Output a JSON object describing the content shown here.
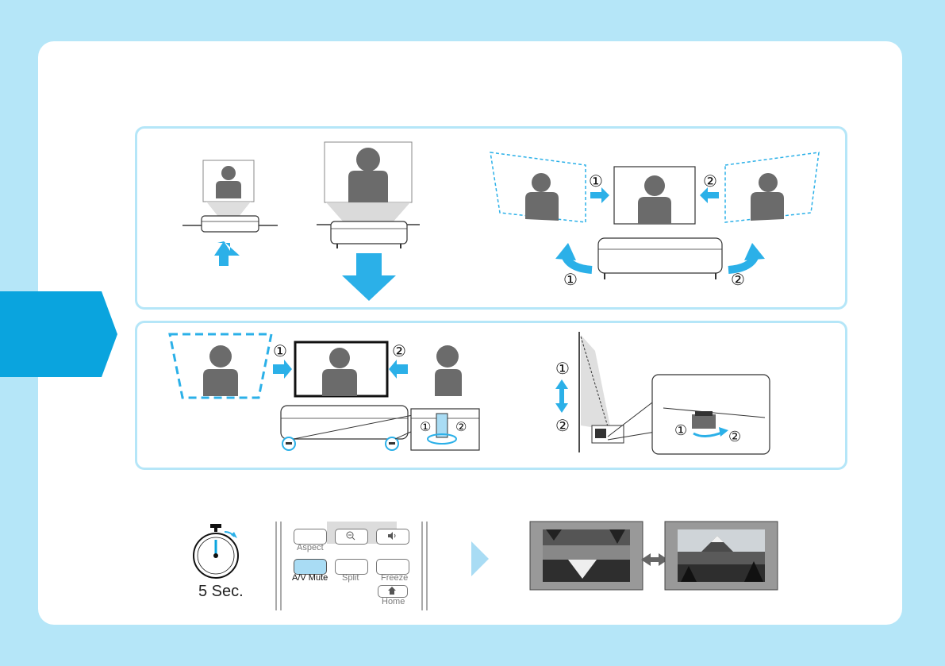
{
  "steps": {
    "step1": "①",
    "step2": "②"
  },
  "timer": {
    "label": "5 Sec."
  },
  "remote": {
    "aspect": "Aspect",
    "av_mute": "A/V Mute",
    "split": "Split",
    "freeze": "Freeze",
    "home": "Home"
  },
  "colors": {
    "background": "#b5e6f8",
    "accent": "#0aa4de",
    "arrow": "#2bb0e8",
    "highlight": "#a9dcf4",
    "figure": "#6b6b6b"
  },
  "icons": {
    "timer": "stopwatch-icon",
    "zoom_out": "zoom-out-icon",
    "volume": "volume-icon",
    "home": "home-icon"
  }
}
